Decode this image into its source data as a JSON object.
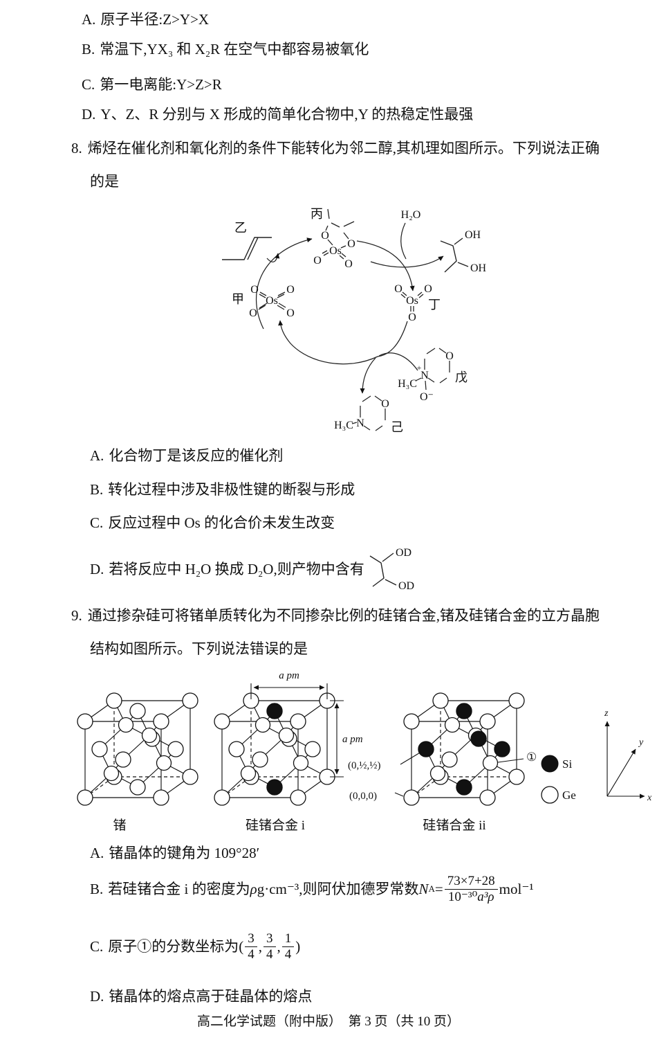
{
  "q7": {
    "options": [
      {
        "label": "A.",
        "text": "原子半径:Z>Y>X"
      },
      {
        "label": "B.",
        "text": "常温下,YX₃ 和 X₂R 在空气中都容易被氧化"
      },
      {
        "label": "C.",
        "text": "第一电离能:Y>Z>R"
      },
      {
        "label": "D.",
        "text": "Y、Z、R 分别与 X 形成的简单化合物中,Y 的热稳定性最强"
      }
    ]
  },
  "q8": {
    "number": "8.",
    "stem_line1": "烯烃在催化剂和氧化剂的条件下能转化为邻二醇,其机理如图所示。下列说法正确",
    "stem_line2": "的是",
    "mech": {
      "jia": "甲",
      "yi": "乙",
      "bing": "丙",
      "ding": "丁",
      "wu": "戊",
      "ji": "己",
      "h2o": "H₂O",
      "oh": "OH",
      "o": "O",
      "os": "Os",
      "n": "N",
      "plus": "+",
      "h3c": "H₃C",
      "o_minus": "O⁻"
    },
    "options": [
      {
        "label": "A.",
        "text": "化合物丁是该反应的催化剂"
      },
      {
        "label": "B.",
        "text": "转化过程中涉及非极性键的断裂与形成"
      },
      {
        "label": "C.",
        "text": "反应过程中 Os 的化合价未发生改变"
      },
      {
        "label": "D.",
        "text": "若将反应中 H₂O 换成 D₂O,则产物中含有"
      }
    ],
    "od": "OD"
  },
  "q9": {
    "number": "9.",
    "stem_line1": "通过掺杂硅可将锗单质转化为不同掺杂比例的硅锗合金,锗及硅锗合金的立方晶胞",
    "stem_line2": "结构如图所示。下列说法错误的是",
    "fig": {
      "caption_ge": "锗",
      "caption_i": "硅锗合金 i",
      "caption_ii": "硅锗合金 ii",
      "dim_a": "a pm",
      "coord_face": "(0,½,½)",
      "coord_origin": "(0,0,0)",
      "atom_mark": "①",
      "legend_si": "Si",
      "legend_ge": "Ge",
      "axis_x": "x",
      "axis_y": "y",
      "axis_z": "z"
    },
    "optA": {
      "label": "A.",
      "text": "锗晶体的键角为 109°28′"
    },
    "optB": {
      "label": "B.",
      "pre1": "若硅锗合金 i 的密度为 ",
      "rho": "ρ",
      "pre2": " g·cm⁻³,则阿伏加德罗常数 ",
      "nsym": "N",
      "sub": "A",
      "eq": "=",
      "num": "73×7+28",
      "den_a": "10⁻³⁰",
      "den_b": "a³ρ",
      "post": " mol⁻¹"
    },
    "optC": {
      "label": "C.",
      "pre": "原子①的分数坐标为(",
      "f1n": "3",
      "f1d": "4",
      "c1": ",",
      "f2n": "3",
      "f2d": "4",
      "c2": ",",
      "f3n": "1",
      "f3d": "4",
      "close": ")"
    },
    "optD": {
      "label": "D.",
      "text": "锗晶体的熔点高于硅晶体的熔点"
    }
  },
  "footer": "高二化学试题（附中版）　第 3 页（共 10 页）"
}
